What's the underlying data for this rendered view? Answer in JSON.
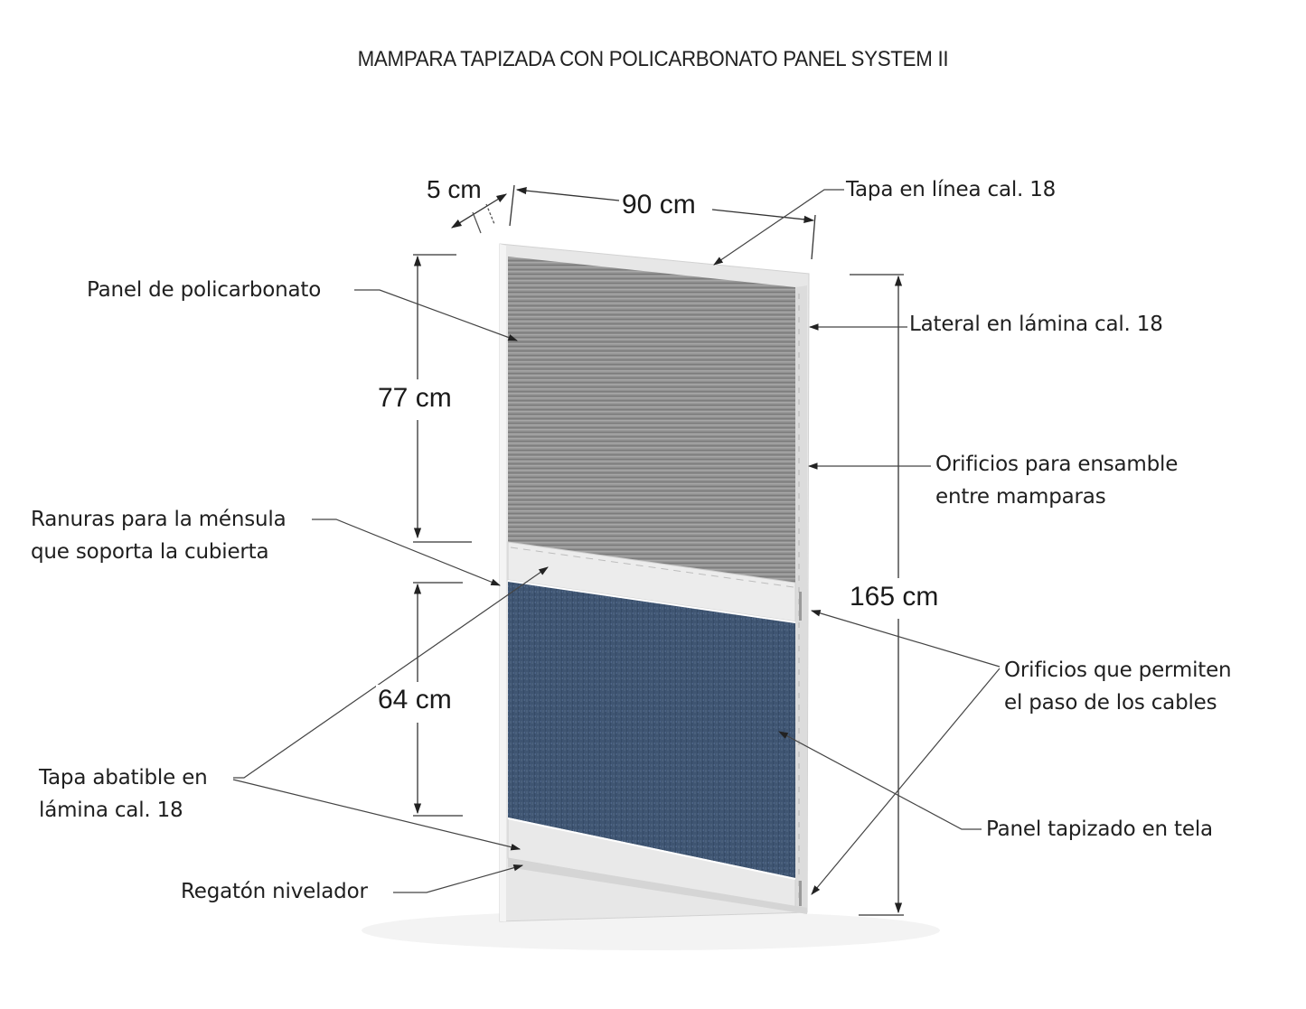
{
  "title": "MAMPARA TAPIZADA CON POLICARBONATO PANEL SYSTEM II",
  "dimensions": {
    "depth": "5 cm",
    "width": "90 cm",
    "upper_height": "77 cm",
    "lower_height": "64 cm",
    "total_height": "165 cm"
  },
  "labels": {
    "tapa_linea": "Tapa en línea cal. 18",
    "panel_policarbonato": "Panel de policarbonato",
    "lateral": "Lateral en lámina cal. 18",
    "orificios_ensamble_1": "Orificios para ensamble",
    "orificios_ensamble_2": "entre mamparas",
    "ranuras_1": "Ranuras para la ménsula",
    "ranuras_2": "que soporta la cubierta",
    "orificios_cables_1": "Orificios que permiten",
    "orificios_cables_2": "el paso de los cables",
    "tapa_abatible_1": "Tapa abatible en",
    "tapa_abatible_2": "lámina cal. 18",
    "panel_tela": "Panel tapizado en tela",
    "regaton": "Regatón nivelador"
  },
  "colors": {
    "frame": "#e6e6e6",
    "polycarbonate": "#8e8e8e",
    "fabric": "#3e5470",
    "line": "#333333"
  }
}
